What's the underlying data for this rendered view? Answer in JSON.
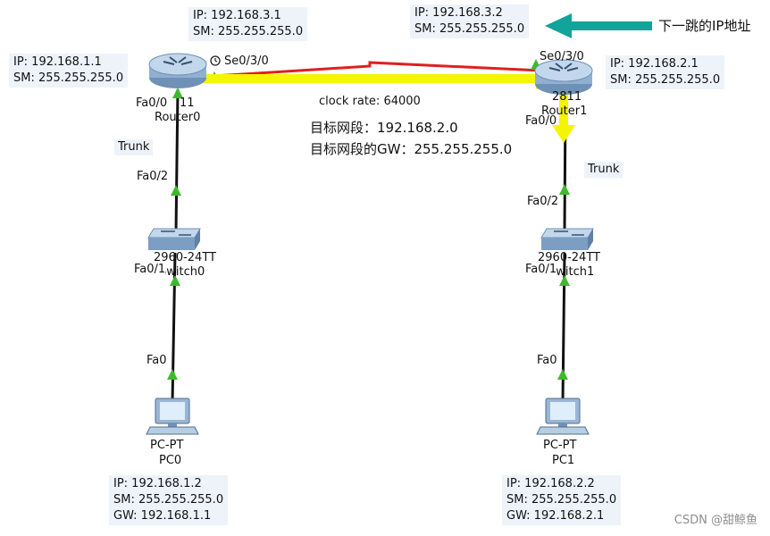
{
  "router0": {
    "model_fragment": "11",
    "name": "Router0",
    "ip_label": "IP: 192.168.1.1",
    "sm_label": "SM: 255.255.255.0",
    "fa_port": "Fa0/0",
    "serial_port": "Se0/3/0",
    "serial_ip_label": "IP: 192.168.3.1",
    "serial_sm_label": "SM: 255.255.255.0"
  },
  "router1": {
    "model": "2811",
    "name": "Router1",
    "ip_label": "IP: 192.168.2.1",
    "sm_label": "SM: 255.255.255.0",
    "fa_port": "Fa0/0",
    "serial_port": "Se0/3/0",
    "serial_ip_label": "IP: 192.168.3.2",
    "serial_sm_label": "SM: 255.255.255.0"
  },
  "left_link_label": "Trunk",
  "right_link_label": "Trunk",
  "switch0": {
    "model": "2960-24TT",
    "name": "Switch0",
    "up_port": "Fa0/2",
    "down_port": "Fa0/1"
  },
  "switch1": {
    "model": "2960-24TT",
    "name": "Switch1",
    "up_port": "Fa0/2",
    "down_port": "Fa0/1"
  },
  "pc0": {
    "port": "Fa0",
    "type": "PC-PT",
    "name": "PC0",
    "ip_label": "IP: 192.168.1.2",
    "sm_label": "SM: 255.255.255.0",
    "gw_label": "GW: 192.168.1.1"
  },
  "pc1": {
    "port": "Fa0",
    "type": "PC-PT",
    "name": "PC1",
    "ip_label": "IP: 192.168.2.2",
    "sm_label": "SM: 255.255.255.0",
    "gw_label": "GW: 192.168.2.1"
  },
  "serial_link": {
    "clock_rate_label": "clock rate: 64000"
  },
  "route_note": {
    "target_network": "目标网段：192.168.2.0",
    "target_gw": "目标网段的GW：255.255.255.0"
  },
  "next_hop_note": "下一跳的IP地址",
  "watermark": "CSDN @甜鲸鱼",
  "colors": {
    "cable": "#111111",
    "link_up": "#3cba2a",
    "serial_cable": "#e02020",
    "route_arrow": "#f5f500",
    "callout_arrow": "#12a39a",
    "label_bg": "#eef3fa"
  },
  "icons": [
    "router-icon",
    "switch-icon",
    "pc-icon",
    "clock-icon"
  ]
}
